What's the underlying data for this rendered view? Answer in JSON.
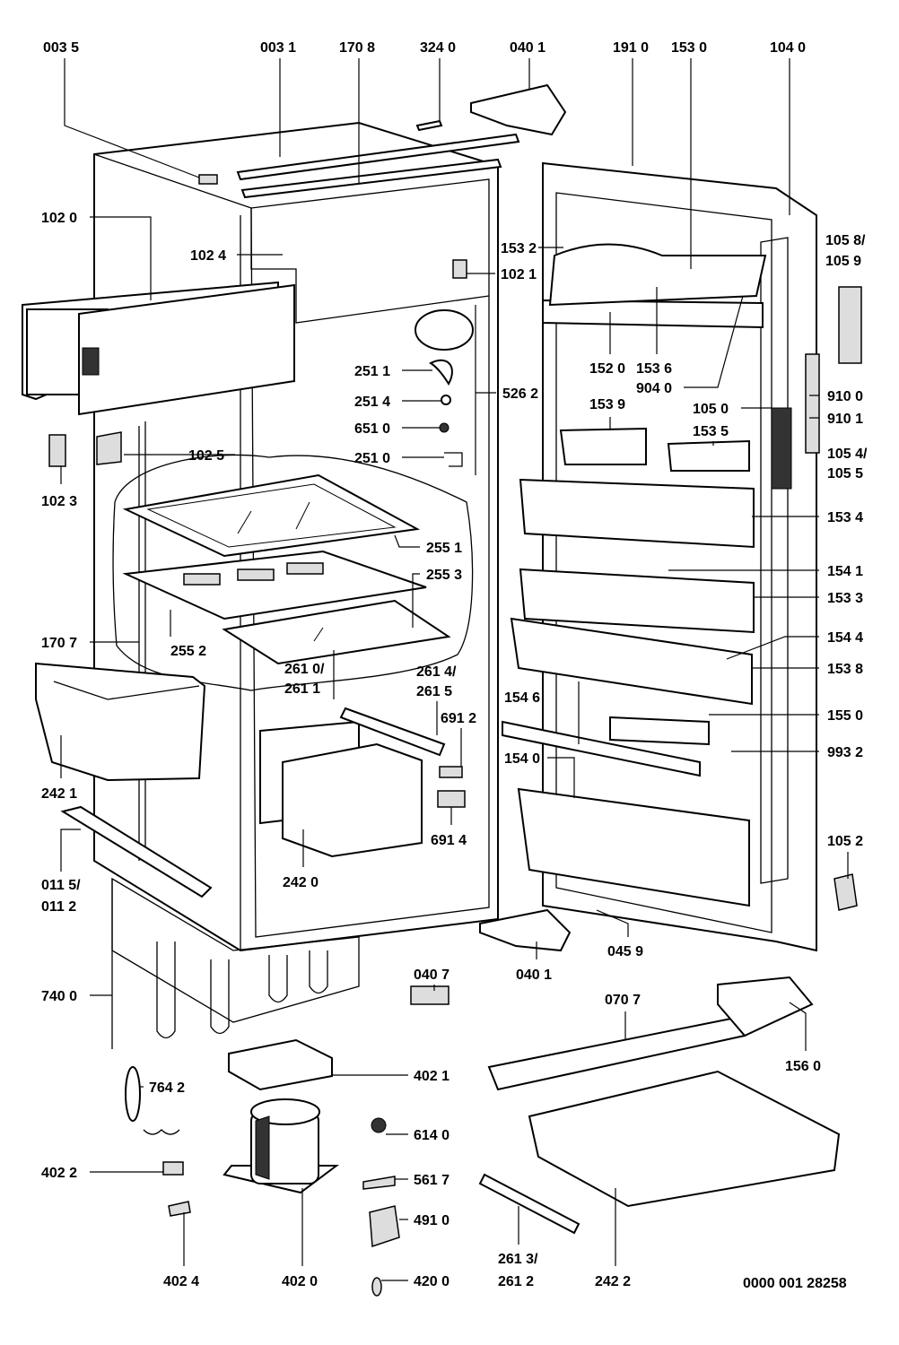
{
  "labels": {
    "l0035": "003 5",
    "l0031": "003 1",
    "l1708": "170 8",
    "l3240": "324 0",
    "l0401a": "040 1",
    "l1910": "191 0",
    "l1530": "153 0",
    "l1040": "104 0",
    "l1020": "102 0",
    "l1024": "102 4",
    "l1532": "153 2",
    "l1021": "102 1",
    "l1058": "105 8/",
    "l1059": "105 9",
    "l2511": "251 1",
    "l5262": "526 2",
    "l2514": "251 4",
    "l6510": "651 0",
    "l2510": "251 0",
    "l1520": "152 0",
    "l1536": "153 6",
    "l9040": "904 0",
    "l1539": "153 9",
    "l1050": "105 0",
    "l1535": "153 5",
    "l9100": "910 0",
    "l9101": "910 1",
    "l1054": "105 4/",
    "l1055": "105 5",
    "l1025": "102 5",
    "l1023": "102 3",
    "l2551": "255 1",
    "l1534": "153 4",
    "l1541": "154 1",
    "l2553": "255 3",
    "l1533": "153 3",
    "l1707": "170 7",
    "l2552": "255 2",
    "l1544": "154 4",
    "l2614": "261 4/",
    "l2615": "261 5",
    "l1538": "153 8",
    "l2610": "261 0/",
    "l2611": "261 1",
    "l1546": "154 6",
    "l6912": "691 2",
    "l1550": "155 0",
    "l1540": "154 0",
    "l9932": "993 2",
    "l2421": "242 1",
    "l6914": "691 4",
    "l2420": "242 0",
    "l0115": "011 5/",
    "l0112": "011 2",
    "l1052": "105 2",
    "l0459": "045 9",
    "l0407": "040 7",
    "l0401b": "040 1",
    "l7400": "740 0",
    "l0707": "070 7",
    "l1560": "156 0",
    "l7642": "764 2",
    "l4021": "402 1",
    "l6140": "614 0",
    "l4022": "402 2",
    "l5617": "561 7",
    "l4910": "491 0",
    "l4024": "402 4",
    "l4020": "402 0",
    "l4200": "420 0",
    "l2613": "261 3/",
    "l2612": "261 2",
    "l2422": "242 2"
  },
  "drawing_number": "0000 001 28258"
}
